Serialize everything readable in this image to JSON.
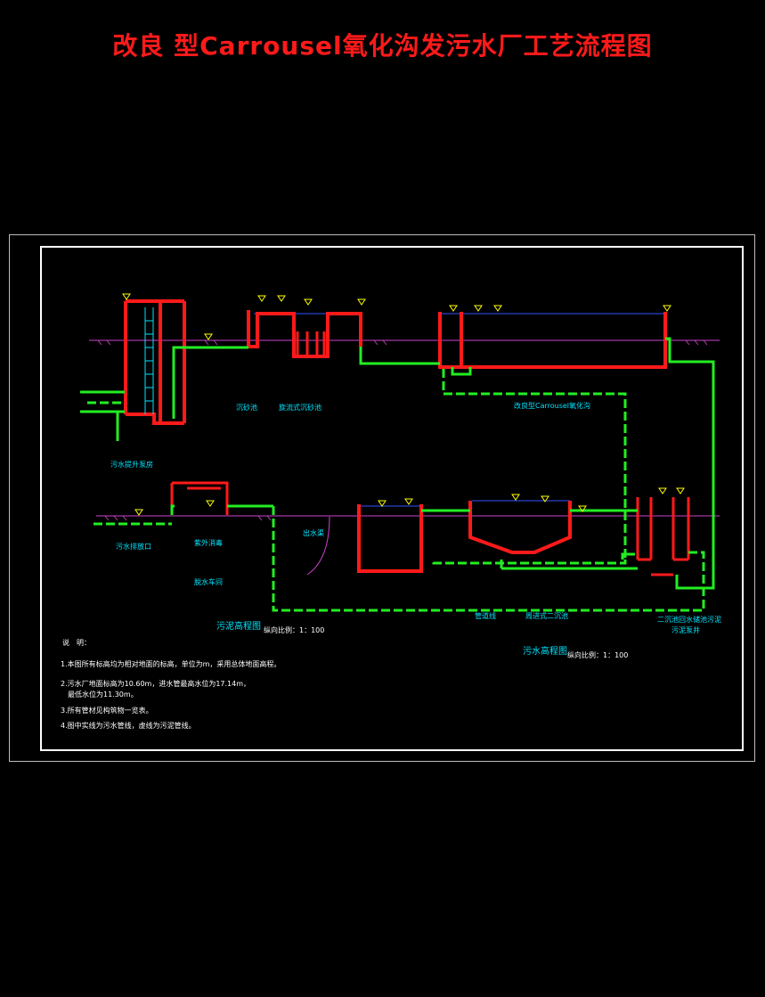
{
  "title": "改良 型Carrousel氧化沟发污水厂工艺流程图",
  "colors": {
    "structure": "#ff1a1a",
    "pipe": "#22ee22",
    "label": "#00e5ff",
    "ground": "#cc44cc",
    "water": "#3355ff",
    "marker": "#ffff00",
    "frame": "#ffffff"
  },
  "labels": {
    "lift_pump": "污水提升泵房",
    "grit_chamber": "沉砂池",
    "sand_separator": "旋流式沉砂池",
    "oxidation_ditch": "改良型Carrousel氧化沟",
    "uv_disinfection": "紫外消毒",
    "effluent_channel": "出水渠",
    "sludge_dewatering": "脱水车间",
    "final_clarifier": "周进式二沉池",
    "thickener": "二沉池回水储池污泥",
    "sludge_pump_well": "污泥泵井",
    "sludge_profile": "污泥高程图",
    "sludge_profile_scale": "纵向比例：1：100",
    "sewage_profile": "污水高程图",
    "sewage_profile_scale": "纵向比例：1：100",
    "outfall": "污水排放口",
    "pipe_label": "管道线"
  },
  "notes": {
    "heading": "说　明：",
    "items": [
      "1.本图所有标高均为相对地面的标高，单位为m，采用总体地面高程。",
      "2.污水厂地面标高为10.60m，进水管最高水位为17.14m，",
      "　最低水位为11.30m。",
      "3.所有管材见构筑物一览表。",
      "4.图中实线为污水管线，虚线为污泥管线。"
    ]
  }
}
